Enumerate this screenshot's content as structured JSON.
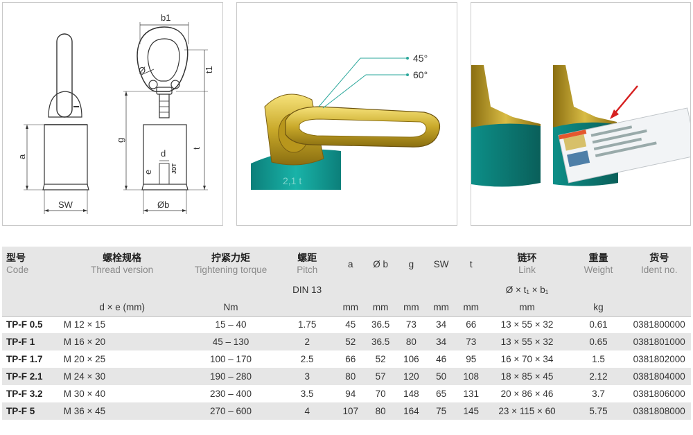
{
  "drawing": {
    "labels": {
      "b1": "b1",
      "dia": "Ø",
      "t1": "t1",
      "g": "g",
      "t": "t",
      "a": "a",
      "d": "d",
      "e": "e",
      "sw": "SW",
      "db": "Øb",
      "logo": "JDT"
    }
  },
  "angles": {
    "a45": "45°",
    "a60": "60°",
    "base_text": "2,1 t"
  },
  "table": {
    "headers": {
      "code": {
        "zh": "型号",
        "en": "Code"
      },
      "thread": {
        "zh": "螺栓规格",
        "en": "Thread version",
        "unit": "d × e (mm)"
      },
      "torque": {
        "zh": "拧紧力矩",
        "en": "Tightening torque",
        "unit": "Nm"
      },
      "pitch": {
        "zh": "螺距",
        "en": "Pitch",
        "std": "DIN 13"
      },
      "a": {
        "label": "a",
        "unit": "mm"
      },
      "b": {
        "label": "Ø b",
        "unit": "mm"
      },
      "g": {
        "label": "g",
        "unit": "mm"
      },
      "sw": {
        "label": "SW",
        "unit": "mm"
      },
      "t": {
        "label": "t",
        "unit": "mm"
      },
      "link": {
        "zh": "链环",
        "en": "Link",
        "dims": "Ø × t₁ × b₁",
        "unit": "mm"
      },
      "weight": {
        "zh": "重量",
        "en": "Weight",
        "unit": "kg"
      },
      "ident": {
        "zh": "货号",
        "en": "Ident no."
      }
    },
    "rows": [
      {
        "code": "TP-F 0.5",
        "thread": "M 12 × 15",
        "torque": "15 –   40",
        "pitch": "1.75",
        "a": "45",
        "b": "36.5",
        "g": "73",
        "sw": "34",
        "t": "66",
        "link": "13 × 55 × 32",
        "weight": "0.61",
        "ident": "0381800000"
      },
      {
        "code": "TP-F 1",
        "thread": "M 16 × 20",
        "torque": "45 – 130",
        "pitch": "2",
        "a": "52",
        "b": "36.5",
        "g": "80",
        "sw": "34",
        "t": "73",
        "link": "13 × 55 × 32",
        "weight": "0.65",
        "ident": "0381801000"
      },
      {
        "code": "TP-F 1.7",
        "thread": "M 20 × 25",
        "torque": "100 – 170",
        "pitch": "2.5",
        "a": "66",
        "b": "52",
        "g": "106",
        "sw": "46",
        "t": "95",
        "link": "16 × 70 × 34",
        "weight": "1.5",
        "ident": "0381802000"
      },
      {
        "code": "TP-F 2.1",
        "thread": "M 24 × 30",
        "torque": "190 – 280",
        "pitch": "3",
        "a": "80",
        "b": "57",
        "g": "120",
        "sw": "50",
        "t": "108",
        "link": "18 × 85 × 45",
        "weight": "2.12",
        "ident": "0381804000"
      },
      {
        "code": "TP-F 3.2",
        "thread": "M 30 × 40",
        "torque": "230 – 400",
        "pitch": "3.5",
        "a": "94",
        "b": "70",
        "g": "148",
        "sw": "65",
        "t": "131",
        "link": "20 × 86 × 46",
        "weight": "3.7",
        "ident": "0381806000"
      },
      {
        "code": "TP-F 5",
        "thread": "M 36 × 45",
        "torque": "270 – 600",
        "pitch": "4",
        "a": "107",
        "b": "80",
        "g": "164",
        "sw": "75",
        "t": "145",
        "link": "23 × 115 × 60",
        "weight": "5.75",
        "ident": "0381808000"
      }
    ]
  }
}
